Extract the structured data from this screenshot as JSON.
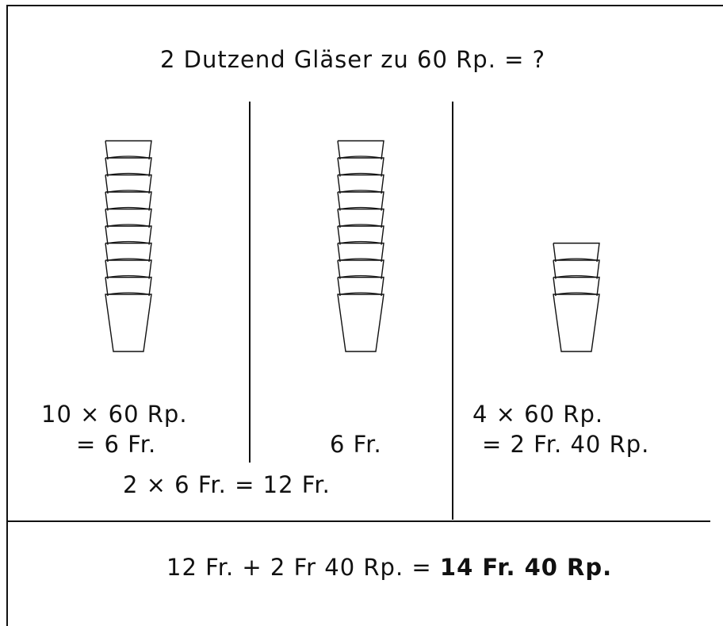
{
  "title": "2 Dutzend Gläser zu 60 Rp. = ?",
  "columns": [
    {
      "glass_count": 10,
      "line1": "10 × 60 Rp.",
      "line2": "= 6 Fr."
    },
    {
      "glass_count": 10,
      "line1": "6 Fr."
    },
    {
      "glass_count": 4,
      "line1": "4 × 60 Rp.",
      "line2": "= 2 Fr. 40 Rp."
    }
  ],
  "subtotal": "2 × 6 Fr. = 12 Fr.",
  "total": {
    "expression": "12 Fr. + 2 Fr 40 Rp. = ",
    "result": "14 Fr. 40 Rp."
  }
}
